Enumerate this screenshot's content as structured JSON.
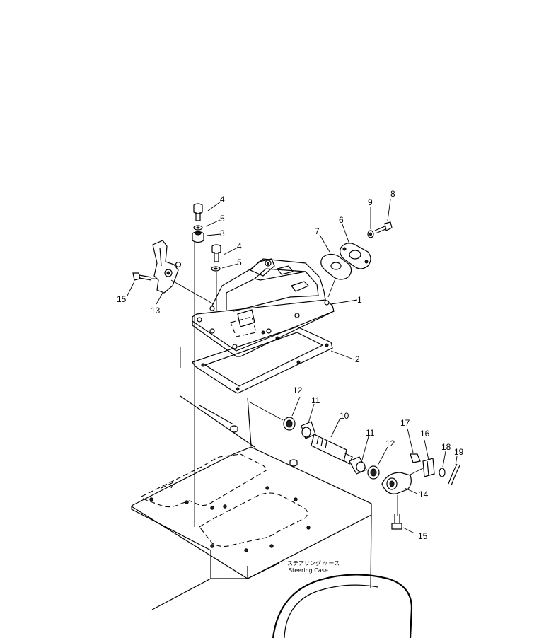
{
  "diagram": {
    "caption_jp": "ステアリング ケース",
    "caption_en": "Steering Case",
    "callouts": [
      {
        "id": "1",
        "text": "1"
      },
      {
        "id": "2",
        "text": "2"
      },
      {
        "id": "3",
        "text": "3"
      },
      {
        "id": "4a",
        "text": "4"
      },
      {
        "id": "4b",
        "text": "4"
      },
      {
        "id": "5a",
        "text": "5"
      },
      {
        "id": "5b",
        "text": "5"
      },
      {
        "id": "6",
        "text": "6"
      },
      {
        "id": "7",
        "text": "7"
      },
      {
        "id": "8",
        "text": "8"
      },
      {
        "id": "9",
        "text": "9"
      },
      {
        "id": "10",
        "text": "10"
      },
      {
        "id": "11a",
        "text": "11"
      },
      {
        "id": "11b",
        "text": "11"
      },
      {
        "id": "12a",
        "text": "12"
      },
      {
        "id": "12b",
        "text": "12"
      },
      {
        "id": "13",
        "text": "13"
      },
      {
        "id": "14",
        "text": "14"
      },
      {
        "id": "15a",
        "text": "15"
      },
      {
        "id": "15b",
        "text": "15"
      },
      {
        "id": "16",
        "text": "16"
      },
      {
        "id": "17",
        "text": "17"
      },
      {
        "id": "18",
        "text": "18"
      },
      {
        "id": "19",
        "text": "19"
      }
    ]
  }
}
